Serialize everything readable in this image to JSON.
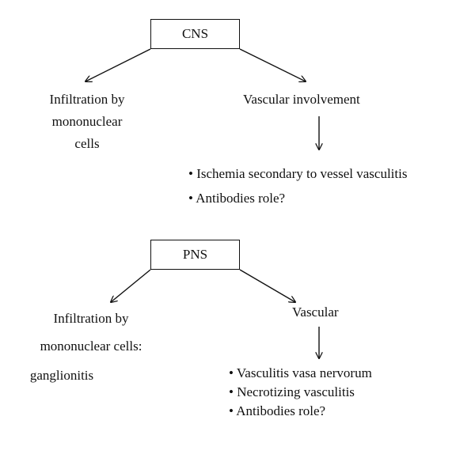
{
  "cns": {
    "title": "CNS",
    "left": {
      "lines": [
        "Infiltration by",
        "mononuclear",
        "cells"
      ]
    },
    "right": {
      "label": "Vascular involvement",
      "bullets": [
        "• Ischemia secondary to vessel vasculitis",
        "• Antibodies role?"
      ]
    }
  },
  "pns": {
    "title": "PNS",
    "left": {
      "lines": [
        "Infiltration by",
        "mononuclear cells:",
        "ganglionitis"
      ]
    },
    "right": {
      "label": "Vascular",
      "bullets": [
        "• Vasculitis vasa nervorum",
        "• Necrotizing vasculitis",
        "• Antibodies role?"
      ]
    }
  }
}
